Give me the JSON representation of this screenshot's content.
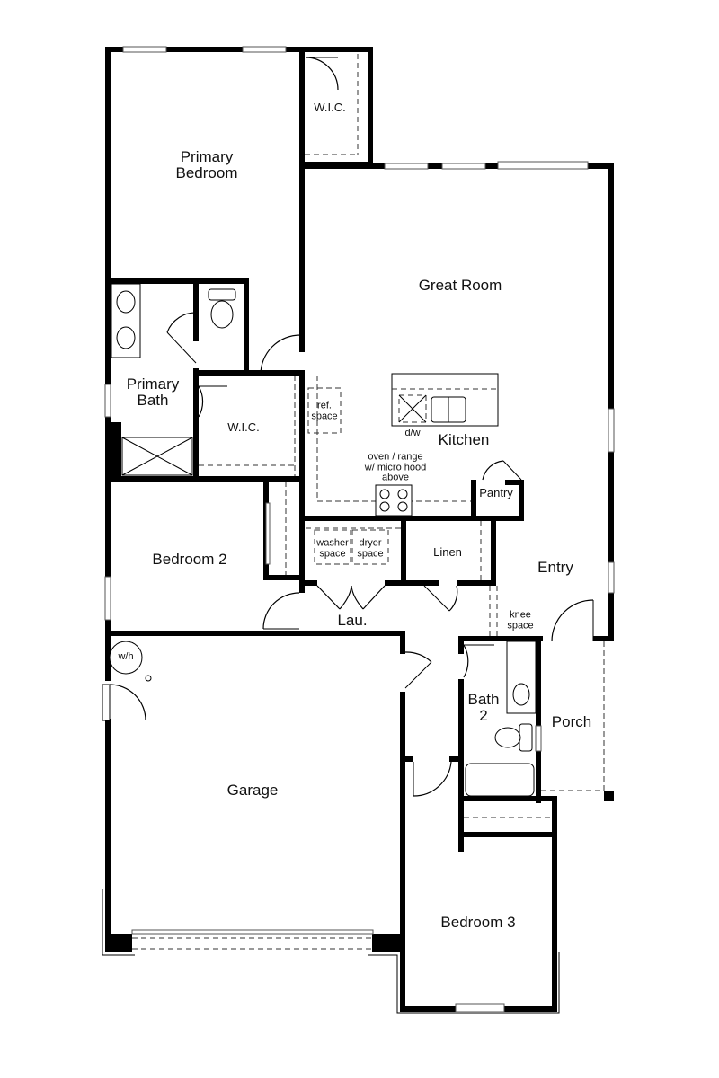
{
  "plan": {
    "rooms": {
      "primary_bedroom": {
        "line1": "Primary",
        "line2": "Bedroom"
      },
      "primary_wic": "W.I.C.",
      "primary_bath": {
        "line1": "Primary",
        "line2": "Bath"
      },
      "bath_wic": "W.I.C.",
      "great_room": "Great Room",
      "kitchen": "Kitchen",
      "pantry": "Pantry",
      "bedroom2": "Bedroom 2",
      "laundry": "Lau.",
      "linen": "Linen",
      "entry": "Entry",
      "garage": "Garage",
      "bath2": {
        "line1": "Bath",
        "line2": "2"
      },
      "porch": "Porch",
      "bedroom3": "Bedroom 3"
    },
    "annotations": {
      "ref_space": {
        "line1": "ref.",
        "line2": "space"
      },
      "dw": "d/w",
      "oven_range": {
        "line1": "oven / range",
        "line2": "w/ micro hood",
        "line3": "above"
      },
      "washer_space": {
        "line1": "washer",
        "line2": "space"
      },
      "dryer_space": {
        "line1": "dryer",
        "line2": "space"
      },
      "knee_space": {
        "line1": "knee",
        "line2": "space"
      },
      "water_heater": "w/h"
    },
    "colors": {
      "wall": "#000000",
      "background": "#ffffff",
      "dashed": "#333333"
    }
  }
}
